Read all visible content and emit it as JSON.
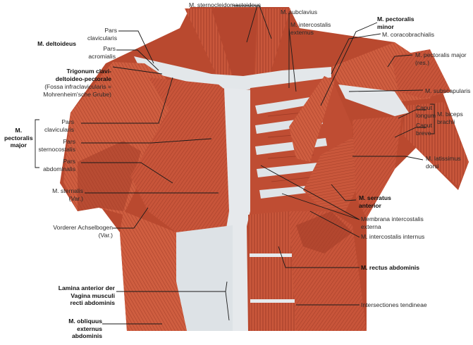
{
  "labels": {
    "sternocleidomastoideus": "M. sternocleidomastoideus",
    "subclavius": "M. subclavius",
    "intercostalis_externus": [
      "M. intercostalis",
      "externus"
    ],
    "pectoralis_minor": [
      "M. pectoralis",
      "minor"
    ],
    "coracobrachialis": "M. coracobrachialis",
    "pectoralis_major_res": [
      "M. pectoralis major",
      "(res.)"
    ],
    "subscapularis": "M. subscapularis",
    "caput_longum": [
      "Caput",
      "longum"
    ],
    "caput_breve": [
      "Caput",
      "breve"
    ],
    "biceps_brachii": [
      "M. biceps",
      "brachii"
    ],
    "latissimus_dorsi": [
      "M. latissimus",
      "dorsi"
    ],
    "serratus_anterior": [
      "M. serratus",
      "anterior"
    ],
    "membrana_intercostalis": [
      "Membrana intercostalis",
      "externa"
    ],
    "intercostalis_internus": "M. intercostalis internus",
    "rectus_abdominis": "M. rectus abdominis",
    "intersectiones": "Intersectiones tendineae",
    "pars_clavicularis_top": [
      "Pars",
      "clavicularis"
    ],
    "pars_acromialis": [
      "Pars",
      "acromialis"
    ],
    "deltoideus": "M. deltoideus",
    "trigonum": [
      "Trigonum clavi-",
      "deltoideo-pectorale"
    ],
    "fossa": [
      "(Fossa infraclavicularis =",
      "Mohrenheim'sche Grube)"
    ],
    "pectoralis_major": [
      "M.",
      "pectoralis",
      "major"
    ],
    "pars_clavicularis": [
      "Pars",
      "clavicularis"
    ],
    "pars_sternocostalis": [
      "Pars",
      "sternocostalis"
    ],
    "pars_abdominalis": [
      "Pars",
      "abdominalis"
    ],
    "sternalis": [
      "M. sternalis",
      "(Var.)"
    ],
    "achselbogen": [
      "Vorderer Achselbogen",
      "(Var.)"
    ],
    "lamina": [
      "Lamina anterior der",
      "Vagina musculi",
      "recti abdominis"
    ],
    "obliquus": [
      "M. obliquus",
      "externus",
      "abdominis"
    ]
  },
  "colors": {
    "muscle": "#c8553a",
    "muscle_dark": "#9e3b25",
    "muscle_light": "#dd7a58",
    "tendon": "#e8ecef",
    "bone": "#d9dfe4",
    "leader": "#1a1a1a"
  }
}
